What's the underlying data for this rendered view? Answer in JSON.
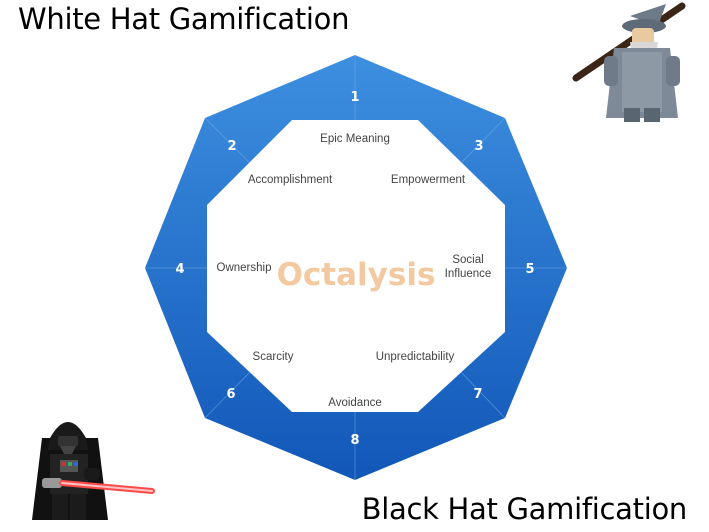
{
  "titles": {
    "white_hat": "White Hat Gamification",
    "black_hat": "Black Hat Gamification"
  },
  "octalysis": {
    "center_label": "Octalysis",
    "segments": [
      {
        "number": "1",
        "label": "Epic Meaning"
      },
      {
        "number": "2",
        "label": "Accomplishment"
      },
      {
        "number": "3",
        "label": "Empowerment"
      },
      {
        "number": "4",
        "label": "Ownership"
      },
      {
        "number": "5",
        "label_lines": [
          "Social",
          "Influence"
        ]
      },
      {
        "number": "6",
        "label": "Scarcity"
      },
      {
        "number": "7",
        "label": "Unpredictability"
      },
      {
        "number": "8",
        "label": "Avoidance"
      }
    ]
  },
  "colors": {
    "octagon_top": "#3d8fe0",
    "octagon_bottom": "#1257b8",
    "center_word": "#f2c9a0"
  },
  "figures": {
    "top_right": "wizard-figure-icon",
    "bottom_left": "sith-figure-icon"
  }
}
